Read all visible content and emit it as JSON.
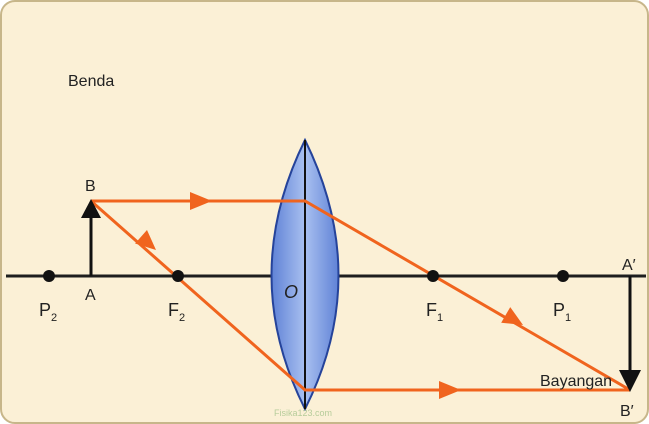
{
  "labels": {
    "object_caption": "Benda",
    "image_caption": "Bayangan",
    "watermark": "Fisika123.com"
  },
  "points": {
    "B": "B",
    "A": "A",
    "P2_main": "P",
    "P2_sub": "2",
    "F2_main": "F",
    "F2_sub": "2",
    "O": "O",
    "F1_main": "F",
    "F1_sub": "1",
    "P1_main": "P",
    "P1_sub": "1",
    "A_prime": "A′",
    "B_prime": "B′"
  },
  "colors": {
    "background": "#fbf0d6",
    "border": "#c7b68a",
    "ray": "#f0641e",
    "lens_fill": "#7f9fe0",
    "lens_stroke": "#25439a",
    "axis": "#1e1e1e",
    "arrow": "#111111"
  },
  "icons": {
    "object_arrow": "up-arrow",
    "image_arrow": "down-arrow",
    "lens": "convex-lens"
  }
}
